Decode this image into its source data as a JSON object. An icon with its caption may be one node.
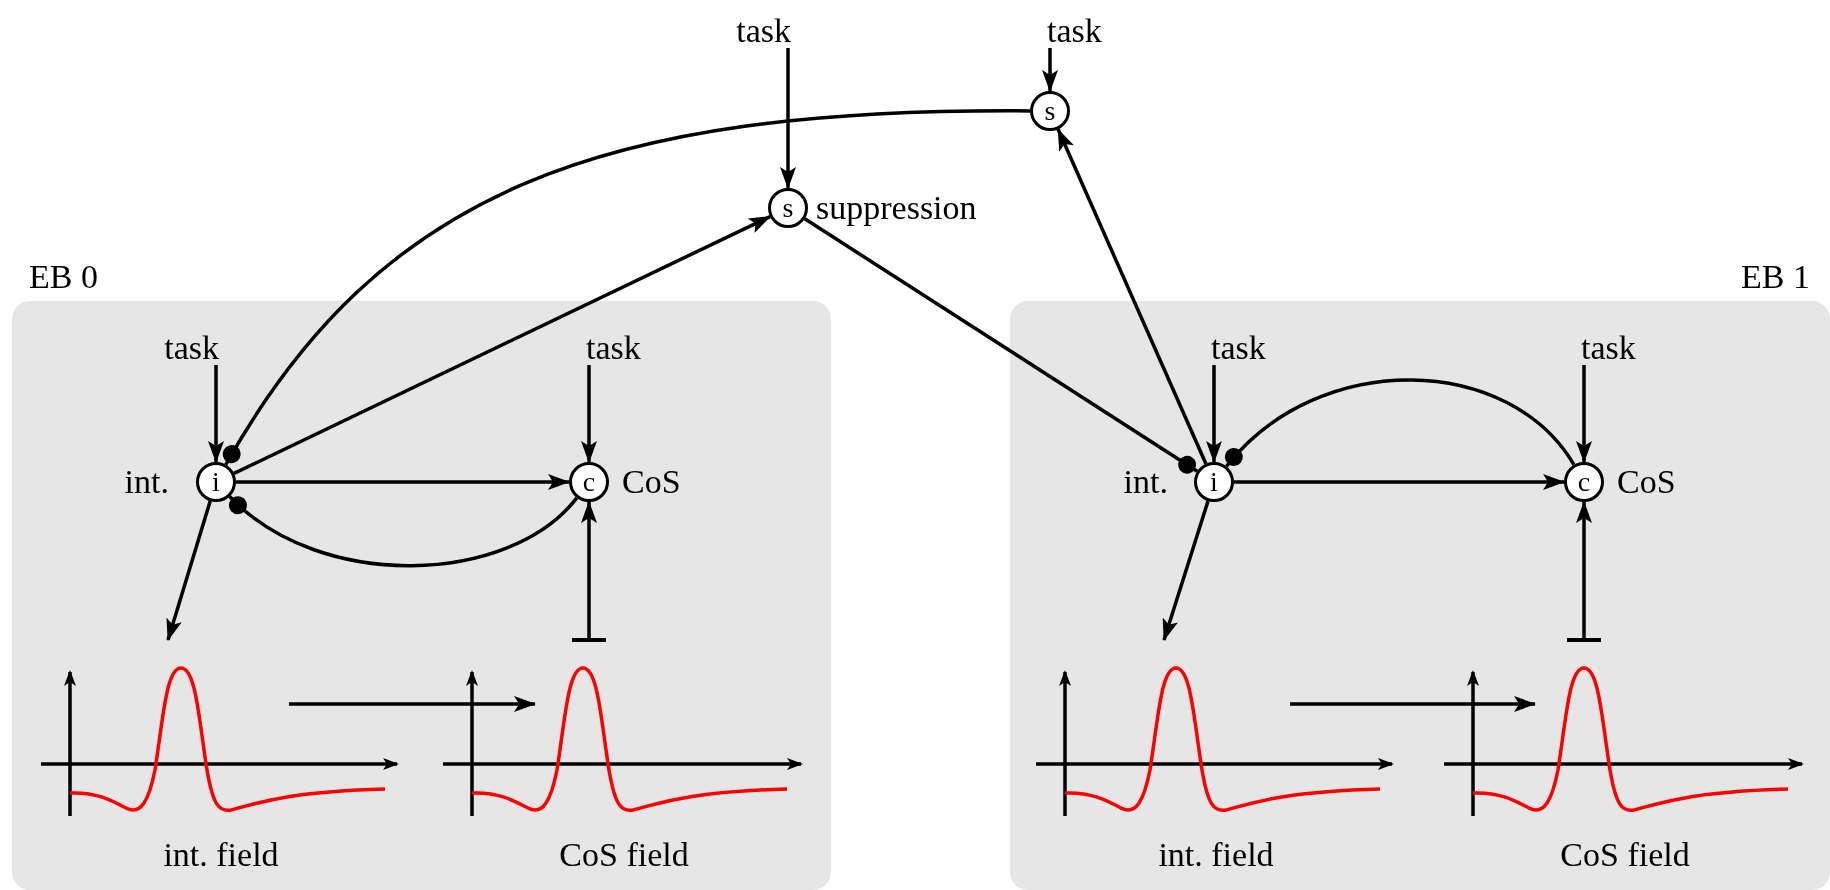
{
  "diagram": {
    "nodes": [
      {
        "text": [
          "task"
        ]
      },
      {
        "text": [
          "task"
        ]
      },
      {
        "text": [
          "s"
        ]
      },
      {
        "text": [
          "s"
        ],
        "beside": [
          "suppression"
        ]
      },
      {
        "text": [
          "EB 0"
        ]
      },
      {
        "text": [
          "task"
        ],
        "in": 4
      },
      {
        "text": [
          "task"
        ],
        "in": 4
      },
      {
        "text": [
          "i"
        ],
        "beside": [
          "int."
        ],
        "in": 4
      },
      {
        "text": [
          "c"
        ],
        "beside": [
          "CoS"
        ],
        "in": 4
      },
      {
        "text": [
          "int. field"
        ],
        "in": 4
      },
      {
        "text": [
          "CoS field"
        ],
        "in": 4
      },
      {
        "text": [
          "EB 1"
        ]
      },
      {
        "text": [
          "task"
        ],
        "in": 11
      },
      {
        "text": [
          "task"
        ],
        "in": 11
      },
      {
        "text": [
          "i"
        ],
        "beside": [
          "int."
        ],
        "in": 11
      },
      {
        "text": [
          "c"
        ],
        "beside": [
          "CoS"
        ],
        "in": 11
      },
      {
        "text": [
          "int. field"
        ],
        "in": 11
      },
      {
        "text": [
          "CoS field"
        ],
        "in": 11
      }
    ],
    "edges": [
      {
        "from": 0,
        "to": 3,
        "arrow": "to"
      },
      {
        "from": 1,
        "to": 2,
        "arrow": "to"
      },
      {
        "from": 2,
        "to": 7,
        "arrow": "other"
      },
      {
        "from": 7,
        "to": 3,
        "arrow": "to"
      },
      {
        "from": 5,
        "to": 7,
        "arrow": "to"
      },
      {
        "from": 6,
        "to": 8,
        "arrow": "to"
      },
      {
        "from": 7,
        "to": 8,
        "arrow": "to"
      },
      {
        "from": 8,
        "to": 7,
        "arrow": "other"
      },
      {
        "from": 7,
        "to": 9,
        "arrow": "to"
      },
      {
        "from": 9,
        "to": 10,
        "arrow": "to"
      },
      {
        "from": 10,
        "to": 8,
        "arrow": "to"
      },
      {
        "from": 3,
        "to": 14,
        "arrow": "other"
      },
      {
        "from": 14,
        "to": 2,
        "arrow": "to"
      },
      {
        "from": 12,
        "to": 14,
        "arrow": "to"
      },
      {
        "from": 13,
        "to": 15,
        "arrow": "to"
      },
      {
        "from": 14,
        "to": 15,
        "arrow": "to"
      },
      {
        "from": 15,
        "to": 14,
        "arrow": "other"
      },
      {
        "from": 14,
        "to": 16,
        "arrow": "to"
      },
      {
        "from": 16,
        "to": 17,
        "arrow": "to"
      },
      {
        "from": 17,
        "to": 15,
        "arrow": "to"
      }
    ]
  }
}
